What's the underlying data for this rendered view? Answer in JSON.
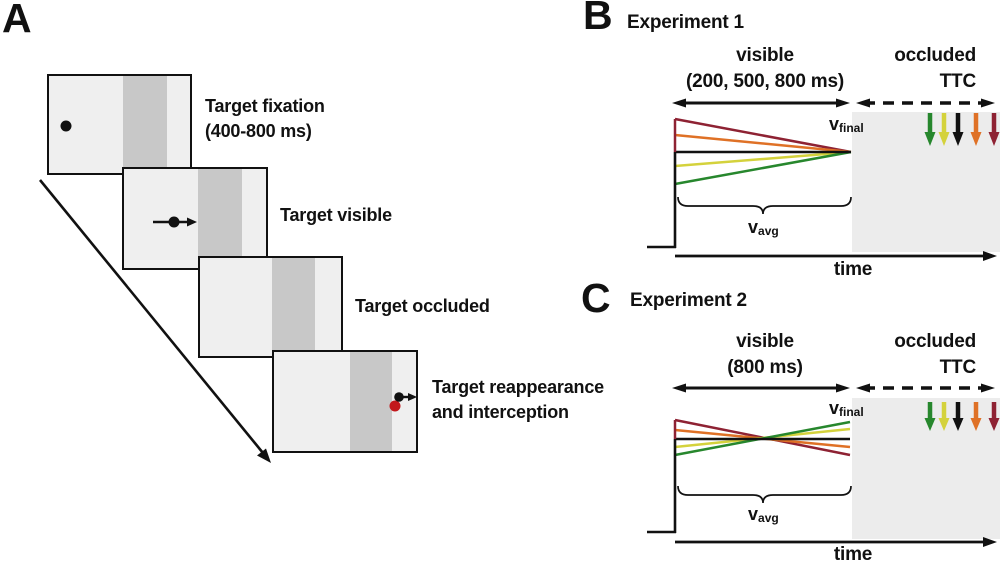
{
  "figure": {
    "type": "experimental-paradigm-schematic"
  },
  "panel_a": {
    "label": "A",
    "captions": [
      [
        "Target fixation",
        "(400-800 ms)"
      ],
      [
        "Target visible"
      ],
      [
        "Target occluded"
      ],
      [
        "Target reappearance",
        "and interception"
      ]
    ]
  },
  "panel_b": {
    "label": "B",
    "title": "Experiment 1",
    "visible_label": "visible",
    "visible_duration": "(200, 500, 800 ms)",
    "occluded_label": "occluded",
    "occluded_sub": "TTC",
    "v_final": {
      "base": "v",
      "sub": "final"
    },
    "v_avg": {
      "base": "v",
      "sub": "avg"
    },
    "time_label": "time"
  },
  "panel_c": {
    "label": "C",
    "title": "Experiment 2",
    "visible_label": "visible",
    "visible_duration": "(800 ms)",
    "occluded_label": "occluded",
    "occluded_sub": "TTC",
    "v_final": {
      "base": "v",
      "sub": "final"
    },
    "v_avg": {
      "base": "v",
      "sub": "avg"
    },
    "time_label": "time"
  },
  "colors": {
    "dark_red": "#8e2233",
    "orange": "#df7126",
    "yellow": "#d4d23c",
    "green": "#27872d",
    "ink": "#111111",
    "red_dot": "#c2181c",
    "screen_bg": "#efefef",
    "occluder_band": "#c8c8c8",
    "occluded_region": "#ececec"
  },
  "condition_arrow_colors": [
    "green",
    "yellow",
    "black",
    "orange",
    "dark_red"
  ]
}
